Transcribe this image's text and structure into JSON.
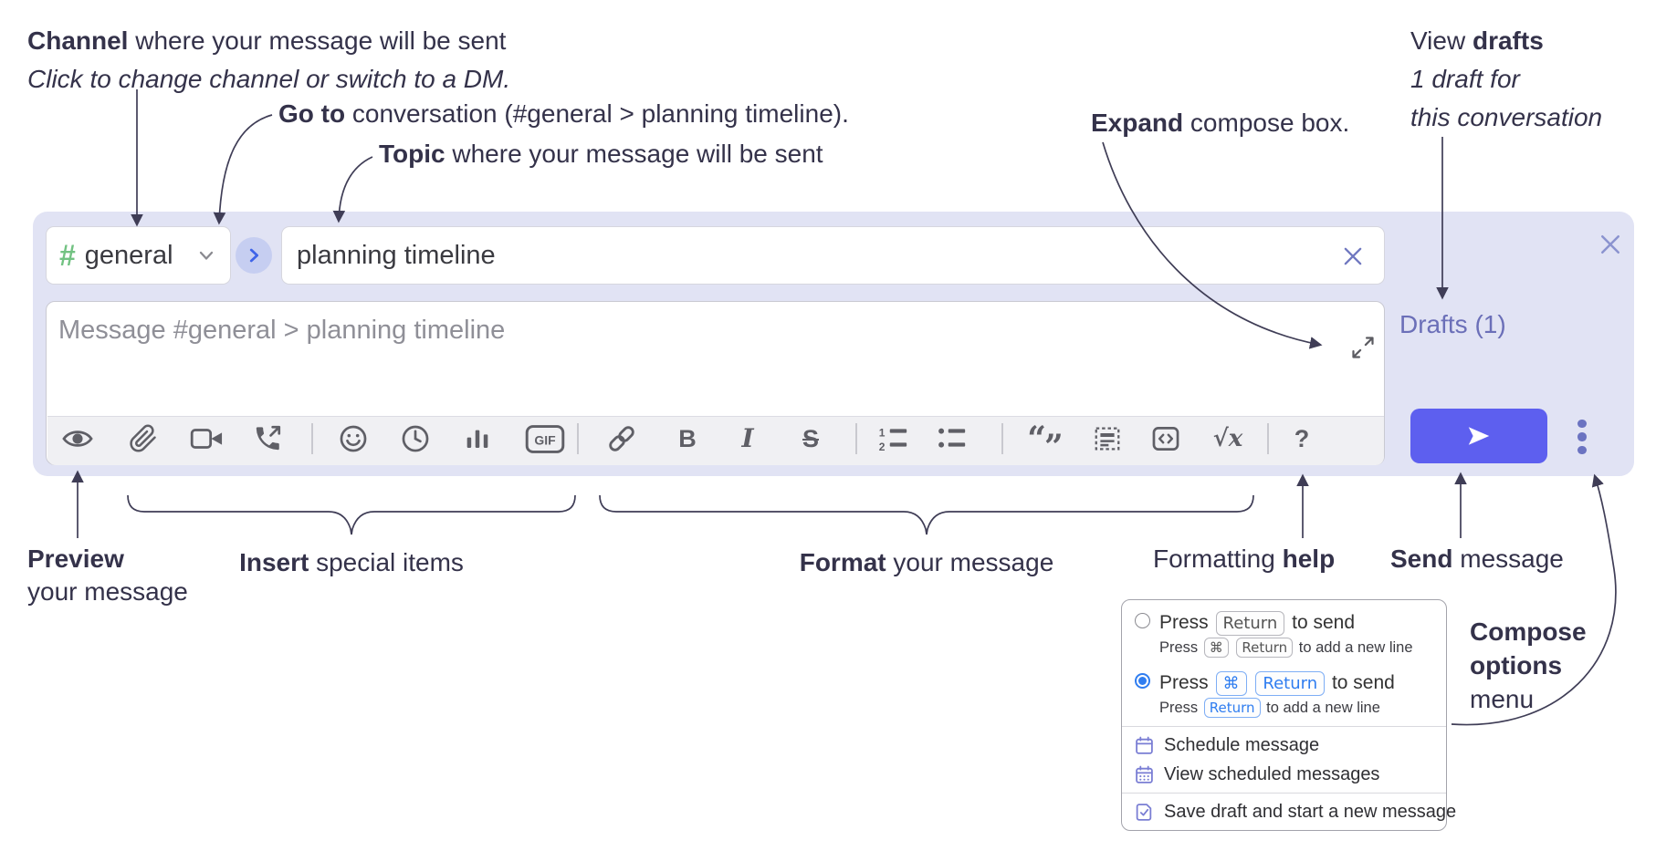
{
  "annotations": {
    "channel": {
      "bold": "Channel",
      "rest": " where your message will be sent",
      "sub": "Click to change channel or switch to a DM."
    },
    "go_to": {
      "bold": "Go to",
      "rest": " conversation (#general > planning timeline)."
    },
    "topic": {
      "bold": "Topic",
      "rest": " where your message will be sent"
    },
    "expand": {
      "bold": "Expand",
      "rest": " compose box."
    },
    "view_drafts": {
      "pre": "View ",
      "bold": "drafts",
      "line2": "1 draft for",
      "line3": "this conversation"
    },
    "preview": {
      "bold": "Preview",
      "line2": "your message"
    },
    "insert": {
      "bold": "Insert",
      "rest": " special items"
    },
    "format": {
      "bold": "Format",
      "rest": " your message"
    },
    "formatting_help": {
      "pre": "Formatting ",
      "bold": "help"
    },
    "send": {
      "bold": "Send",
      "rest": " message"
    },
    "compose_options": {
      "line1": "Compose",
      "line2": "options",
      "line3": "menu"
    }
  },
  "compose": {
    "channel": {
      "hash": "#",
      "name": "general"
    },
    "topic_value": "planning timeline",
    "message_placeholder": "Message #general > planning timeline",
    "drafts_link": "Drafts (1)",
    "toolbar_icons": [
      "preview",
      "attach-file",
      "start-video-call",
      "start-voice-call",
      "emoji",
      "global-time",
      "poll",
      "gif",
      "link",
      "bold",
      "italic",
      "strikethrough",
      "numbered-list",
      "bulleted-list",
      "quote",
      "spoiler",
      "code",
      "math",
      "help"
    ],
    "glyphs": {
      "gif": "GIF",
      "bold": "B",
      "italic": "I",
      "strikethrough": "S",
      "math_root": "√",
      "math_var": "x",
      "help": "?",
      "quote_open": "“",
      "quote_close": "”"
    }
  },
  "compose_options_menu": {
    "enter_sends_option": {
      "selected": false,
      "press": "Press",
      "key": "Return",
      "action": "to send",
      "sub_press": "Press",
      "sub_key_1": "⌘",
      "sub_key_2": "Return",
      "sub_action": "to add a new line"
    },
    "cmd_enter_sends_option": {
      "selected": true,
      "press": "Press",
      "key_1": "⌘",
      "key_2": "Return",
      "action": "to send",
      "sub_press": "Press",
      "sub_key": "Return",
      "sub_action": "to add a new line"
    },
    "items": [
      "Schedule message",
      "View scheduled messages",
      "Save draft and start a new message"
    ]
  },
  "colors": {
    "compose_background": "#e1e3f4",
    "send_button": "#5d5fef",
    "drafts_link": "#6b6fb8",
    "channel_hash_green": "#72c282",
    "goto_circle": "#c6cef1",
    "kbd_blue": "#2f7df0",
    "menu_icon_purple": "#7a7ed4",
    "annotation_text": "#34324a",
    "toolbar_icon": "#5f5f66"
  }
}
